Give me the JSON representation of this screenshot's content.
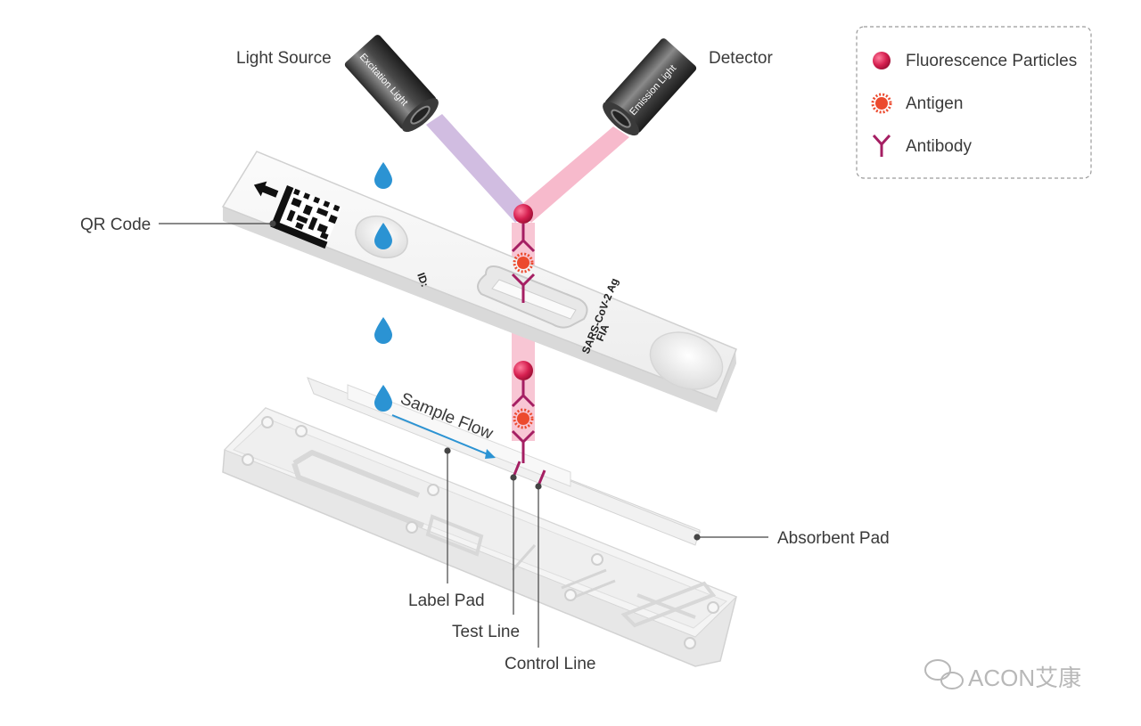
{
  "labels": {
    "light_source": "Light Source",
    "detector": "Detector",
    "excitation_light": "Excitation Light",
    "emission_light": "Emission Light",
    "qr_code": "QR Code",
    "sample_flow": "Sample Flow",
    "absorbent_pad": "Absorbent Pad",
    "label_pad": "Label Pad",
    "test_line": "Test Line",
    "control_line": "Control Line",
    "cassette_id": "ID:",
    "cassette_name_1": "SARS-CoV-2 Ag",
    "cassette_name_2": "FIA"
  },
  "legend": {
    "items": [
      {
        "label": "Fluorescence Particles",
        "icon": "fluorescence-particle-icon"
      },
      {
        "label": "Antigen",
        "icon": "antigen-icon"
      },
      {
        "label": "Antibody",
        "icon": "antibody-icon"
      }
    ]
  },
  "watermark": {
    "text": "ACON艾康"
  },
  "colors": {
    "particle": "#d62050",
    "antigen": "#ec4a2e",
    "antibody": "#a51f63",
    "excitation_beam": "#c9b2dc",
    "emission_beam": "#f5a9bf",
    "droplet": "#2b93d3",
    "flow_arrow": "#2b93d3"
  }
}
